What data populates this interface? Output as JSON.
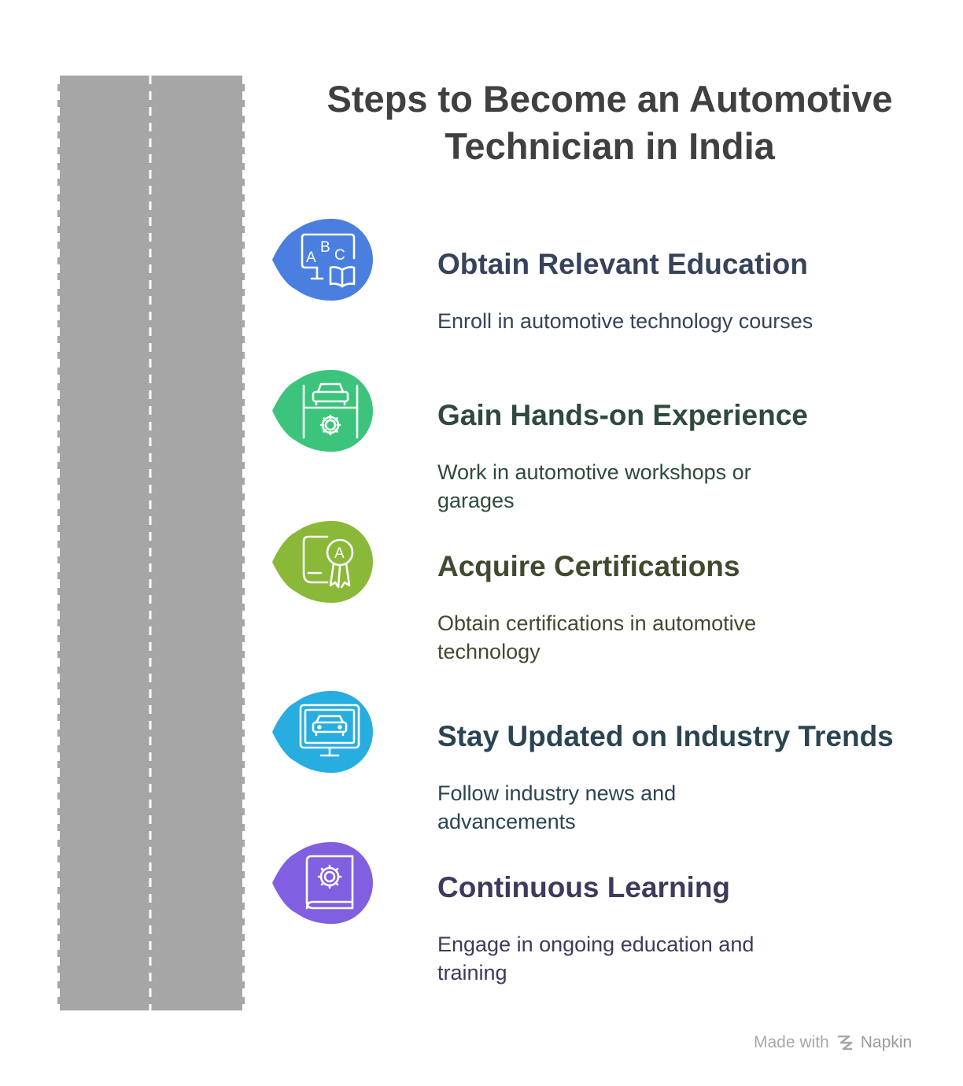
{
  "title": "Steps to Become an Automotive Technician in India",
  "steps": [
    {
      "title": "Obtain Relevant Education",
      "description": "Enroll in automotive technology courses",
      "icon": "abc-education-icon",
      "color": "#4a7fe0",
      "title_color": "#37425b",
      "desc_color": "#37425b"
    },
    {
      "title": "Gain Hands-on Experience",
      "description": "Work in automotive workshops or garages",
      "icon": "car-lift-gear-icon",
      "color": "#3cc47c",
      "title_color": "#2f4a3c",
      "desc_color": "#2f4a3c"
    },
    {
      "title": "Acquire Certifications",
      "description": "Obtain certifications in automotive technology",
      "icon": "certificate-award-icon",
      "color": "#8ab838",
      "title_color": "#3f4a2e",
      "desc_color": "#3f4a2e"
    },
    {
      "title": "Stay Updated on Industry Trends",
      "description": "Follow industry news and advancements",
      "icon": "monitor-car-icon",
      "color": "#27ade0",
      "title_color": "#2b4452",
      "desc_color": "#2b4452"
    },
    {
      "title": "Continuous Learning",
      "description": "Engage in ongoing education and training",
      "icon": "gear-book-icon",
      "color": "#8060e0",
      "title_color": "#3d3a5c",
      "desc_color": "#3d3a5c"
    }
  ],
  "footer": {
    "made_with": "Made with",
    "brand": "Napkin"
  }
}
